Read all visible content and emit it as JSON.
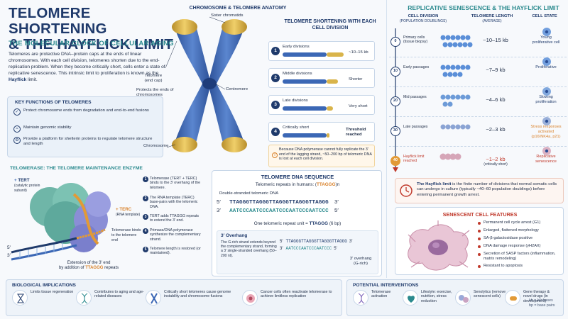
{
  "header": {
    "title_line1": "TELOMERE SHORTENING",
    "title_line2": "& THE HAYFLICK LIMIT",
    "subtitle": "THE MOLECULAR CLOCK OF CELLULAR AGING",
    "intro_pre": "Telomeres are protective DNA–protein caps at the ends of linear chromosomes. With each cell division, telomeres shorten due to the end-replication problem. When they become critically short, cells enter a state of replicative senescence. This intrinsic limit to proliferation is known as the ",
    "intro_bold": "Hayflick",
    "intro_post": " limit."
  },
  "key_functions": {
    "title": "KEY FUNCTIONS OF TELOMERES",
    "items": [
      "Protect chromosome ends from degradation and end-to-end fusions",
      "Maintain genomic stability",
      "Provide a platform for shelterin proteins to regulate telomere structure and length"
    ]
  },
  "anatomy": {
    "title": "CHROMOSOME & TELOMERE ANATOMY",
    "sister": "Sister chromatids",
    "telomere": "Telomere",
    "end_cap": "(end cap)",
    "telomere_desc": "Protects the ends of chromosomes",
    "centromere": "Centromere",
    "chromosome": "Chromosome"
  },
  "shortening": {
    "title": "TELOMERE SHORTENING WITH EACH CELL DIVISION",
    "stages": [
      {
        "n": "1",
        "label": "Early divisions",
        "length": "~10–15 kb"
      },
      {
        "n": "2",
        "label": "Middle divisions",
        "length": "Shorter"
      },
      {
        "n": "3",
        "label": "Late divisions",
        "length": "Very short"
      },
      {
        "n": "4",
        "label": "Critically short",
        "length": "Threshold reached"
      }
    ],
    "note": "Because DNA polymerase cannot fully replicate the 3′ end of the lagging strand, ~50–200 bp of telomeric DNA is lost at each cell division.",
    "warning": "!"
  },
  "telomerase": {
    "title": "TELOMERASE: THE TELOMERE MAINTENANCE ENZYME",
    "tert": "TERT",
    "tert_desc": "(catalytic protein subunit)",
    "terc": "TERC",
    "terc_desc": "(RNA template)",
    "end5": "5′",
    "end3": "3′",
    "ext_line1": "Extension of the 3′ end",
    "ext_line2_pre": "by addition of ",
    "ext_line2_seq": "TTAGGG",
    "ext_line2_post": " repeats",
    "steps": [
      {
        "n": "1",
        "text": "Telomerase (TERT + TERC) binds to the 3′ overhang of the telomere."
      },
      {
        "n": "2",
        "text": "The RNA template (TERC) base-pairs with the telomeric DNA."
      },
      {
        "n": "3",
        "text": "TERT adds TTAGGG repeats to extend the 3′ end."
      },
      {
        "n": "4",
        "text": "Primase/DNA polymerase synthesize the complementary strand."
      },
      {
        "n": "5",
        "text": "Telomere length is restored (or maintained)."
      }
    ],
    "bind_label": "Telomerase binds to the telomere end"
  },
  "sequence": {
    "title": "TELOMERE DNA SEQUENCE",
    "repeats_pre": "Telomeric repeats in humans: (",
    "repeats_seq": "TTAGGG",
    "repeats_post": ")n",
    "ds_label": "Double-stranded telomeric DNA",
    "top_strand": "TTAGGGTTAGGGTTAGGGTTAGGGTTAGGG",
    "bottom_strand": "AATCCCAATCCCAATCCCAATCCCAATCCC",
    "p5": "5′",
    "p3": "3′",
    "unit_pre": "One telomeric repeat unit = ",
    "unit_seq": "TTAGGG",
    "unit_post": " (6 bp)",
    "overhang_title": "3′ Overhang",
    "overhang_desc": "The G-rich strand extends beyond the complementary strand, forming a 3′ single-stranded overhang (50–200 nt).",
    "oh_top": "TTAGGGTTAGGGTTAGGGTTAGGG",
    "oh_bottom": "AATCCCAATCCCAATCCC",
    "oh_label": "3′ overhang",
    "oh_label2": "(G-rich)"
  },
  "senescence": {
    "title": "REPLICATIVE SENESCENCE & THE HAYFLICK LIMIT",
    "col1": "CELL DIVISION",
    "col1b": "(POPULATION DOUBLINGS)",
    "col2": "TELOMERE LENGTH",
    "col2b": "(AVERAGE)",
    "col3": "CELL STATE",
    "rows": [
      {
        "pd": "0",
        "label": "Primary cells",
        "label2": "(tissue biopsy)",
        "length": "~10–15 kb",
        "length2": "",
        "state": "Young",
        "state2": "proliferative cell"
      },
      {
        "pd": "10",
        "label": "Early passages",
        "label2": "",
        "length": "~7–9 kb",
        "length2": "",
        "state": "Proliferative",
        "state2": ""
      },
      {
        "pd": "20",
        "label": "Mid passages",
        "label2": "",
        "length": "~4–6 kb",
        "length2": "",
        "state": "Slowing",
        "state2": "proliferation"
      },
      {
        "pd": "30",
        "label": "Late passages",
        "label2": "",
        "length": "~2–3 kb",
        "length2": "",
        "state": "Stress responses activated",
        "state2": "(p16INK4a, p21)"
      },
      {
        "pd": "40",
        "label": "Hayflick limit",
        "label2": "reached",
        "length": "~1–2 kb",
        "length2": "(critically short)",
        "state": "Replicative",
        "state2": "senescence"
      }
    ],
    "hayflick_bold": "The Hayflick limit",
    "hayflick_text": " is the finite number of divisions that normal somatic cells can undergo in culture (typically ~40–60 population doublings) before entering permanent growth arrest."
  },
  "features": {
    "title": "SENESCENT CELL FEATURES",
    "items": [
      "Permanent cell cycle arrest (G1)",
      "Enlarged, flattened morphology",
      "SA-β-galactosidase positive",
      "DNA damage response (γH2AX)",
      "Secretion of SASP factors (inflammation, matrix remodeling)",
      "Resistant to apoptosis"
    ]
  },
  "bio": {
    "title": "BIOLOGICAL IMPLICATIONS",
    "items": [
      "Limits tissue regeneration",
      "Contributes to aging and age-related diseases",
      "Critically short telomeres cause genome instability and chromosome fusions",
      "Cancer cells often reactivate telomerase to achieve limitless replication"
    ]
  },
  "interventions": {
    "title": "POTENTIAL INTERVENTIONS",
    "items": [
      "Telomerase activation",
      "Lifestyle: exercise, nutrition, stress reduction",
      "Senolytics (remove senescent cells)",
      "Gene therapy & novel drugs (in development)"
    ]
  },
  "legend": {
    "kb": "kb = kilobases",
    "bp": "bp = base pairs"
  },
  "colors": {
    "navy": "#1f3a6b",
    "teal": "#2b8a8e",
    "telomere_gold": "#d9b44a",
    "chromatid_blue": "#3b67b5",
    "warning_red": "#c0392b"
  }
}
